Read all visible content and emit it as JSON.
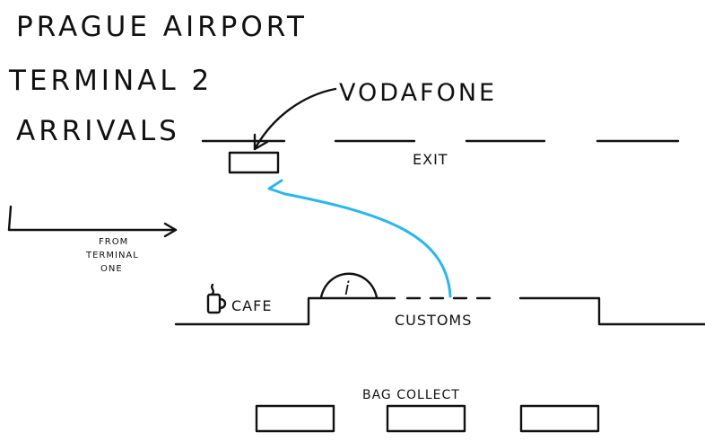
{
  "title": {
    "line1": "PRAGUE AIRPORT",
    "line2": "TERMINAL 2",
    "line3": "ARRIVALS"
  },
  "labels": {
    "vodafone": "VODAFONE",
    "exit": "EXIT",
    "from_line1": "FROM",
    "from_line2": "TERMINAL",
    "from_line3": "ONE",
    "cafe": "CAFE",
    "info": "i",
    "customs": "CUSTOMS",
    "bag_collect": "BAG COLLECT"
  },
  "colors": {
    "ink": "#111111",
    "route": "#2bb6ee"
  },
  "icons": {
    "cafe": "coffee-cup-icon",
    "info": "info-dome-icon"
  }
}
